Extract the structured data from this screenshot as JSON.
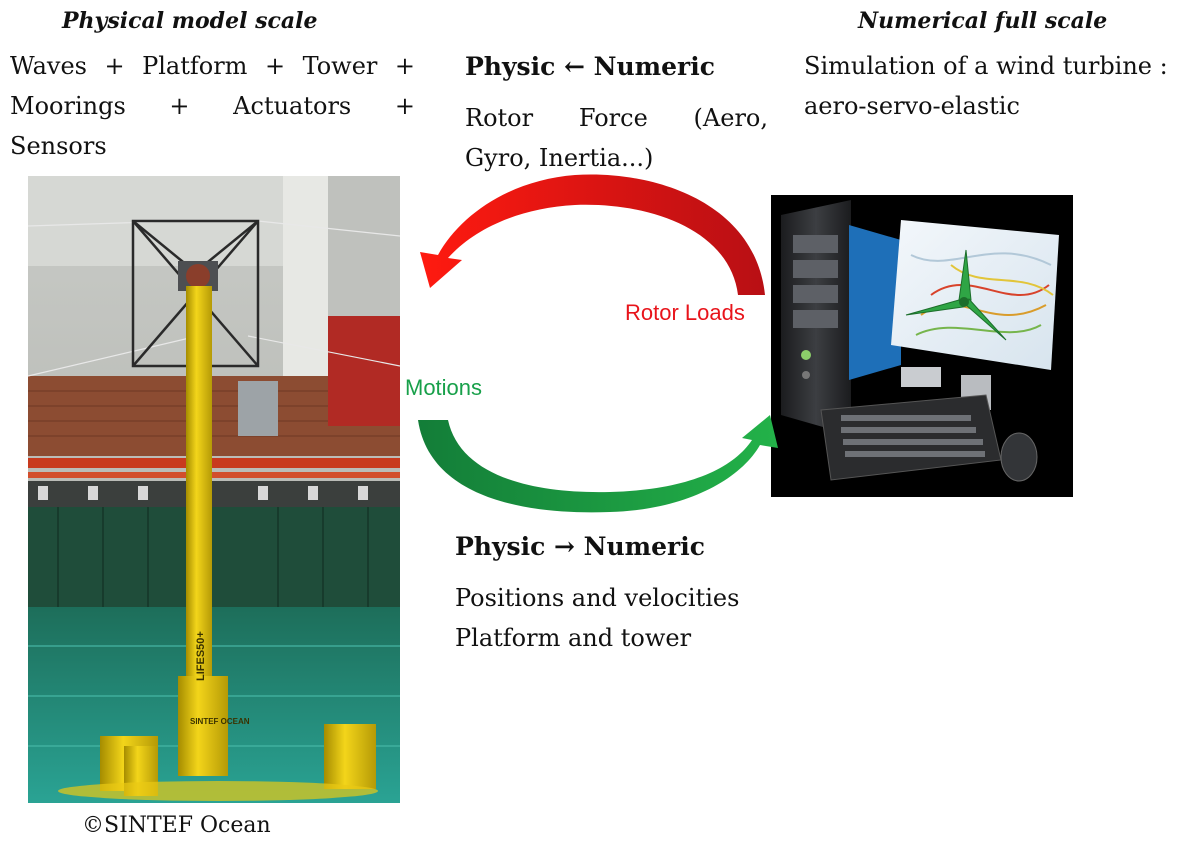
{
  "left": {
    "heading": "Physical model scale",
    "desc_line1": "Waves + Platform + Tower +",
    "desc_line2": "Moorings + Actuators +",
    "desc_line3": "Sensors",
    "caption": "©SINTEF Ocean"
  },
  "top_middle": {
    "heading": "Physic ← Numeric",
    "desc_line1": "Rotor Force (Aero,",
    "desc_line2": "Gyro, Inertia...)"
  },
  "right": {
    "heading": "Numerical full scale",
    "desc_line1": "Simulation of a wind turbine :",
    "desc_line2": "aero-servo-elastic"
  },
  "bottom_middle": {
    "heading": "Physic → Numeric",
    "desc_line1": "Positions and velocities",
    "desc_line2": "Platform and tower"
  },
  "arrows": {
    "top_label": "Rotor Loads",
    "top_color": "#e8141b",
    "bottom_label": "Motions",
    "bottom_color": "#18a04a"
  },
  "photo_text": {
    "tower_label": "LIFES50+",
    "buoy_label": "SINTEF OCEAN"
  }
}
